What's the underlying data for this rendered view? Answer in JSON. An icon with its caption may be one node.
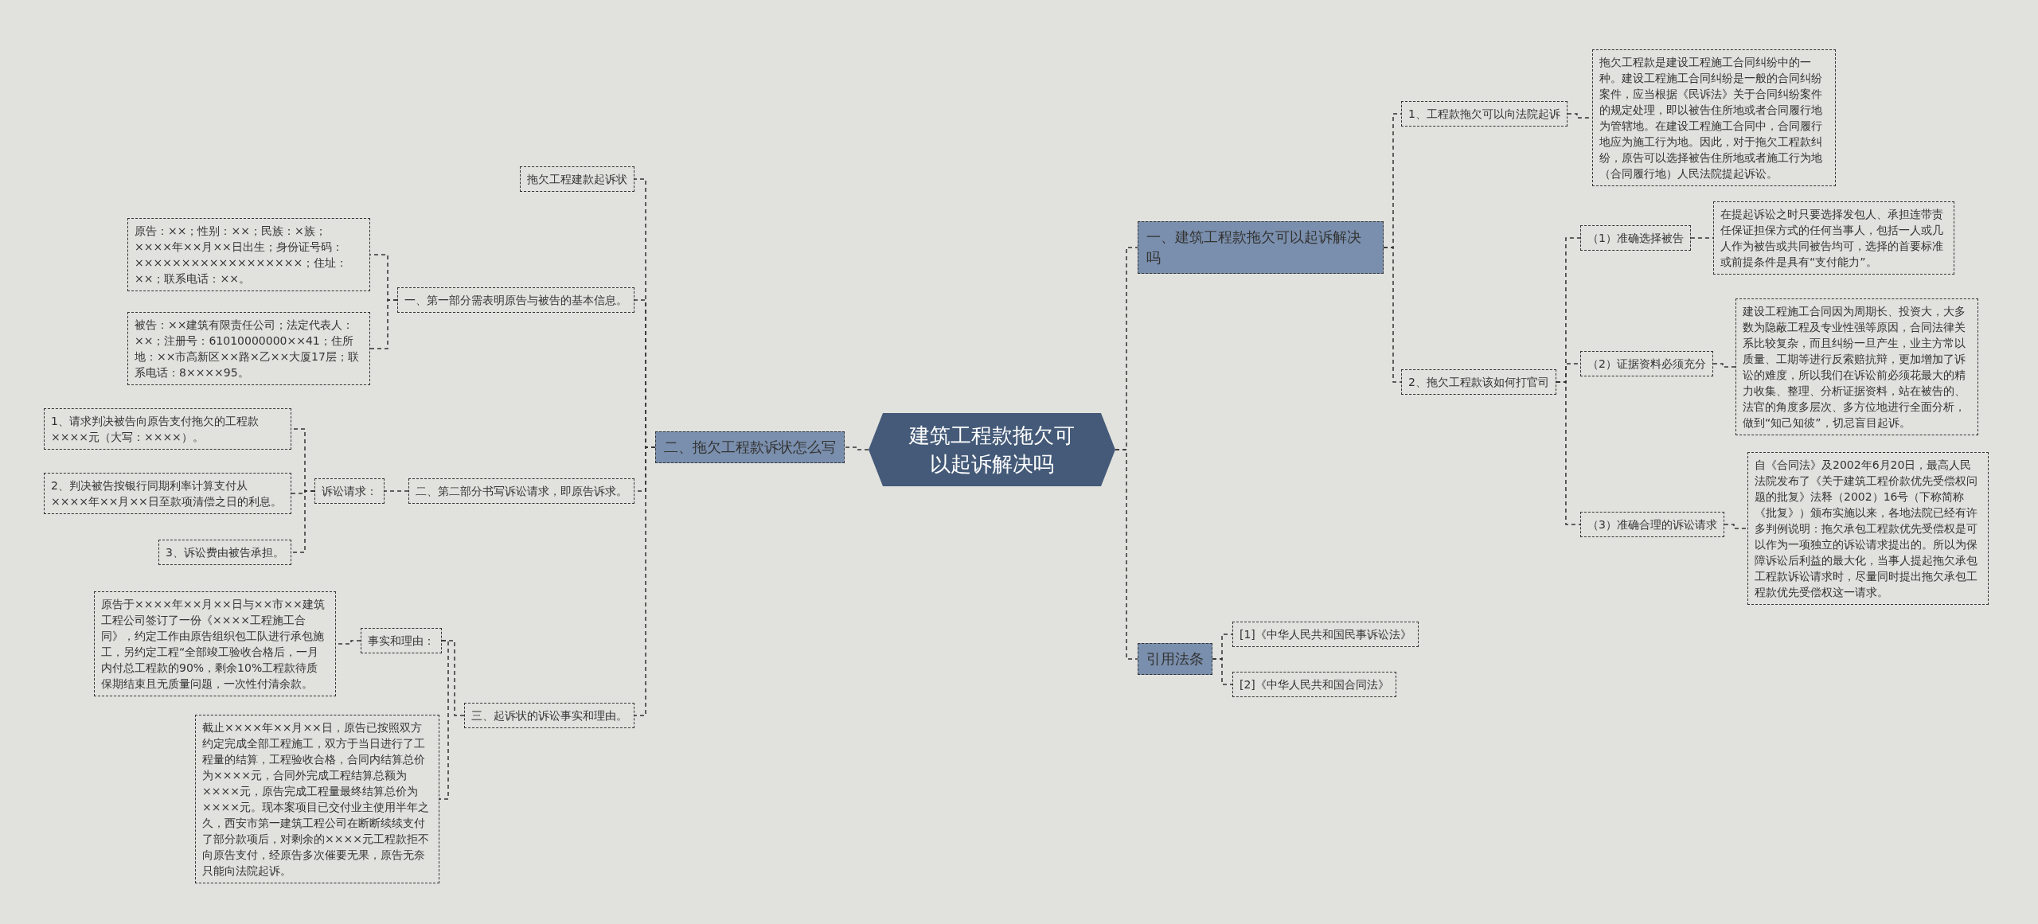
{
  "diagram": {
    "nodes": [
      {
        "text": [
          "建筑工程款拖欠可以起诉解决吗"
        ]
      },
      {
        "text": [
          "一、建筑工程款拖欠可以起诉解决吗"
        ]
      },
      {
        "text": [
          "1、工程款拖欠可以向法院起诉"
        ]
      },
      {
        "text": [
          "拖欠工程款是建设工程施工合同纠纷中的一种。建设工程施工合同纠纷是一般的合同纠纷案件，应当根据《民诉法》关于合同纠纷案件的规定处理，即以被告住所地或者合同履行地为管辖地。在建设工程施工合同中，合同履行地应为施工行为地。因此，对于拖欠工程款纠纷，原告可以选择被告住所地或者施工行为地（合同履行地）人民法院提起诉讼。"
        ]
      },
      {
        "text": [
          "2、拖欠工程款该如何打官司"
        ]
      },
      {
        "text": [
          "（1）准确选择被告"
        ]
      },
      {
        "text": [
          "在提起诉讼之时只要选择发包人、承担连带责任保证担保方式的任何当事人，包括一人或几人作为被告或共同被告均可，选择的首要标准或前提条件是具有“支付能力”。"
        ]
      },
      {
        "text": [
          "（2）证据资料必须充分"
        ]
      },
      {
        "text": [
          "建设工程施工合同因为周期长、投资大，大多数为隐蔽工程及专业性强等原因，合同法律关系比较复杂，而且纠纷一旦产生，业主方常以质量、工期等进行反索赔抗辩，更加增加了诉讼的难度，所以我们在诉讼前必须花最大的精力收集、整理、分析证据资料，站在被告的、法官的角度多层次、多方位地进行全面分析，做到“知己知彼”，切忌盲目起诉。"
        ]
      },
      {
        "text": [
          "（3）准确合理的诉讼请求"
        ]
      },
      {
        "text": [
          "自《合同法》及2002年6月20日，最高人民法院发布了《关于建筑工程价款优先受偿权问题的批复》法释（2002）16号（下称简称《批复》）颁布实施以来，各地法院已经有许多判例说明：拖欠承包工程款优先受偿权是可以作为一项独立的诉讼请求提出的。所以为保障诉讼后利益的最大化，当事人提起拖欠承包工程款诉讼请求时，尽量同时提出拖欠承包工程款优先受偿权这一请求。"
        ]
      },
      {
        "text": [
          "引用法条"
        ]
      },
      {
        "text": [
          "[1]《中华人民共和国民事诉讼法》"
        ]
      },
      {
        "text": [
          "[2]《中华人民共和国合同法》"
        ]
      },
      {
        "text": [
          "二、拖欠工程款诉状怎么写"
        ]
      },
      {
        "text": [
          "拖欠工程建款起诉状"
        ]
      },
      {
        "text": [
          "一、第一部分需表明原告与被告的基本信息。"
        ]
      },
      {
        "text": [
          "原告：××；性别：××；民族：×族；××××年××月××日出生；身份证号码：××××××××××××××××××；住址：××；联系电话：××。"
        ]
      },
      {
        "text": [
          "被告：××建筑有限责任公司；法定代表人：××；注册号：61010000000××41；住所地：××市高新区××路×乙××大厦17层；联系电话：8××××95。"
        ]
      },
      {
        "text": [
          "二、第二部分书写诉讼请求，即原告诉求。"
        ]
      },
      {
        "text": [
          "诉讼请求："
        ]
      },
      {
        "text": [
          "1、请求判决被告向原告支付拖欠的工程款××××元（大写：××××）。"
        ]
      },
      {
        "text": [
          "2、判决被告按银行同期利率计算支付从××××年××月××日至款项清偿之日的利息。"
        ]
      },
      {
        "text": [
          "3、诉讼费由被告承担。"
        ]
      },
      {
        "text": [
          "三、起诉状的诉讼事实和理由。"
        ]
      },
      {
        "text": [
          "事实和理由："
        ]
      },
      {
        "text": [
          "原告于××××年××月××日与××市××建筑工程公司签订了一份《××××工程施工合同》，约定工作由原告组织包工队进行承包施工，另约定工程“全部竣工验收合格后，一月内付总工程款的90%，剩余10%工程款待质保期结束且无质量问题，一次性付清余款。"
        ]
      },
      {
        "text": [
          "截止××××年××月××日，原告已按照双方约定完成全部工程施工，双方于当日进行了工程量的结算，工程验收合格，合同内结算总价为××××元，合同外完成工程结算总额为××××元，原告完成工程量最终结算总价为××××元。现本案项目已交付业主使用半年之久，西安市第一建筑工程公司在断断续续支付了部分款项后，对剩余的××××元工程款拒不向原告支付，经原告多次催要无果，原告无奈只能向法院起诉。"
        ]
      }
    ],
    "edges": [
      {
        "from": 0,
        "to": 1,
        "arrow": "none"
      },
      {
        "from": 1,
        "to": 2,
        "arrow": "none"
      },
      {
        "from": 2,
        "to": 3,
        "arrow": "none"
      },
      {
        "from": 1,
        "to": 4,
        "arrow": "none"
      },
      {
        "from": 4,
        "to": 5,
        "arrow": "none"
      },
      {
        "from": 5,
        "to": 6,
        "arrow": "none"
      },
      {
        "from": 4,
        "to": 7,
        "arrow": "none"
      },
      {
        "from": 7,
        "to": 8,
        "arrow": "none"
      },
      {
        "from": 4,
        "to": 9,
        "arrow": "none"
      },
      {
        "from": 9,
        "to": 10,
        "arrow": "none"
      },
      {
        "from": 0,
        "to": 11,
        "arrow": "none"
      },
      {
        "from": 11,
        "to": 12,
        "arrow": "none"
      },
      {
        "from": 11,
        "to": 13,
        "arrow": "none"
      },
      {
        "from": 0,
        "to": 14,
        "arrow": "none"
      },
      {
        "from": 14,
        "to": 15,
        "arrow": "none"
      },
      {
        "from": 14,
        "to": 16,
        "arrow": "none"
      },
      {
        "from": 16,
        "to": 17,
        "arrow": "none"
      },
      {
        "from": 16,
        "to": 18,
        "arrow": "none"
      },
      {
        "from": 14,
        "to": 19,
        "arrow": "none"
      },
      {
        "from": 19,
        "to": 20,
        "arrow": "none"
      },
      {
        "from": 20,
        "to": 21,
        "arrow": "none"
      },
      {
        "from": 20,
        "to": 22,
        "arrow": "none"
      },
      {
        "from": 20,
        "to": 23,
        "arrow": "none"
      },
      {
        "from": 14,
        "to": 24,
        "arrow": "none"
      },
      {
        "from": 24,
        "to": 25,
        "arrow": "none"
      },
      {
        "from": 25,
        "to": 26,
        "arrow": "none"
      },
      {
        "from": 25,
        "to": 27,
        "arrow": "none"
      }
    ]
  }
}
